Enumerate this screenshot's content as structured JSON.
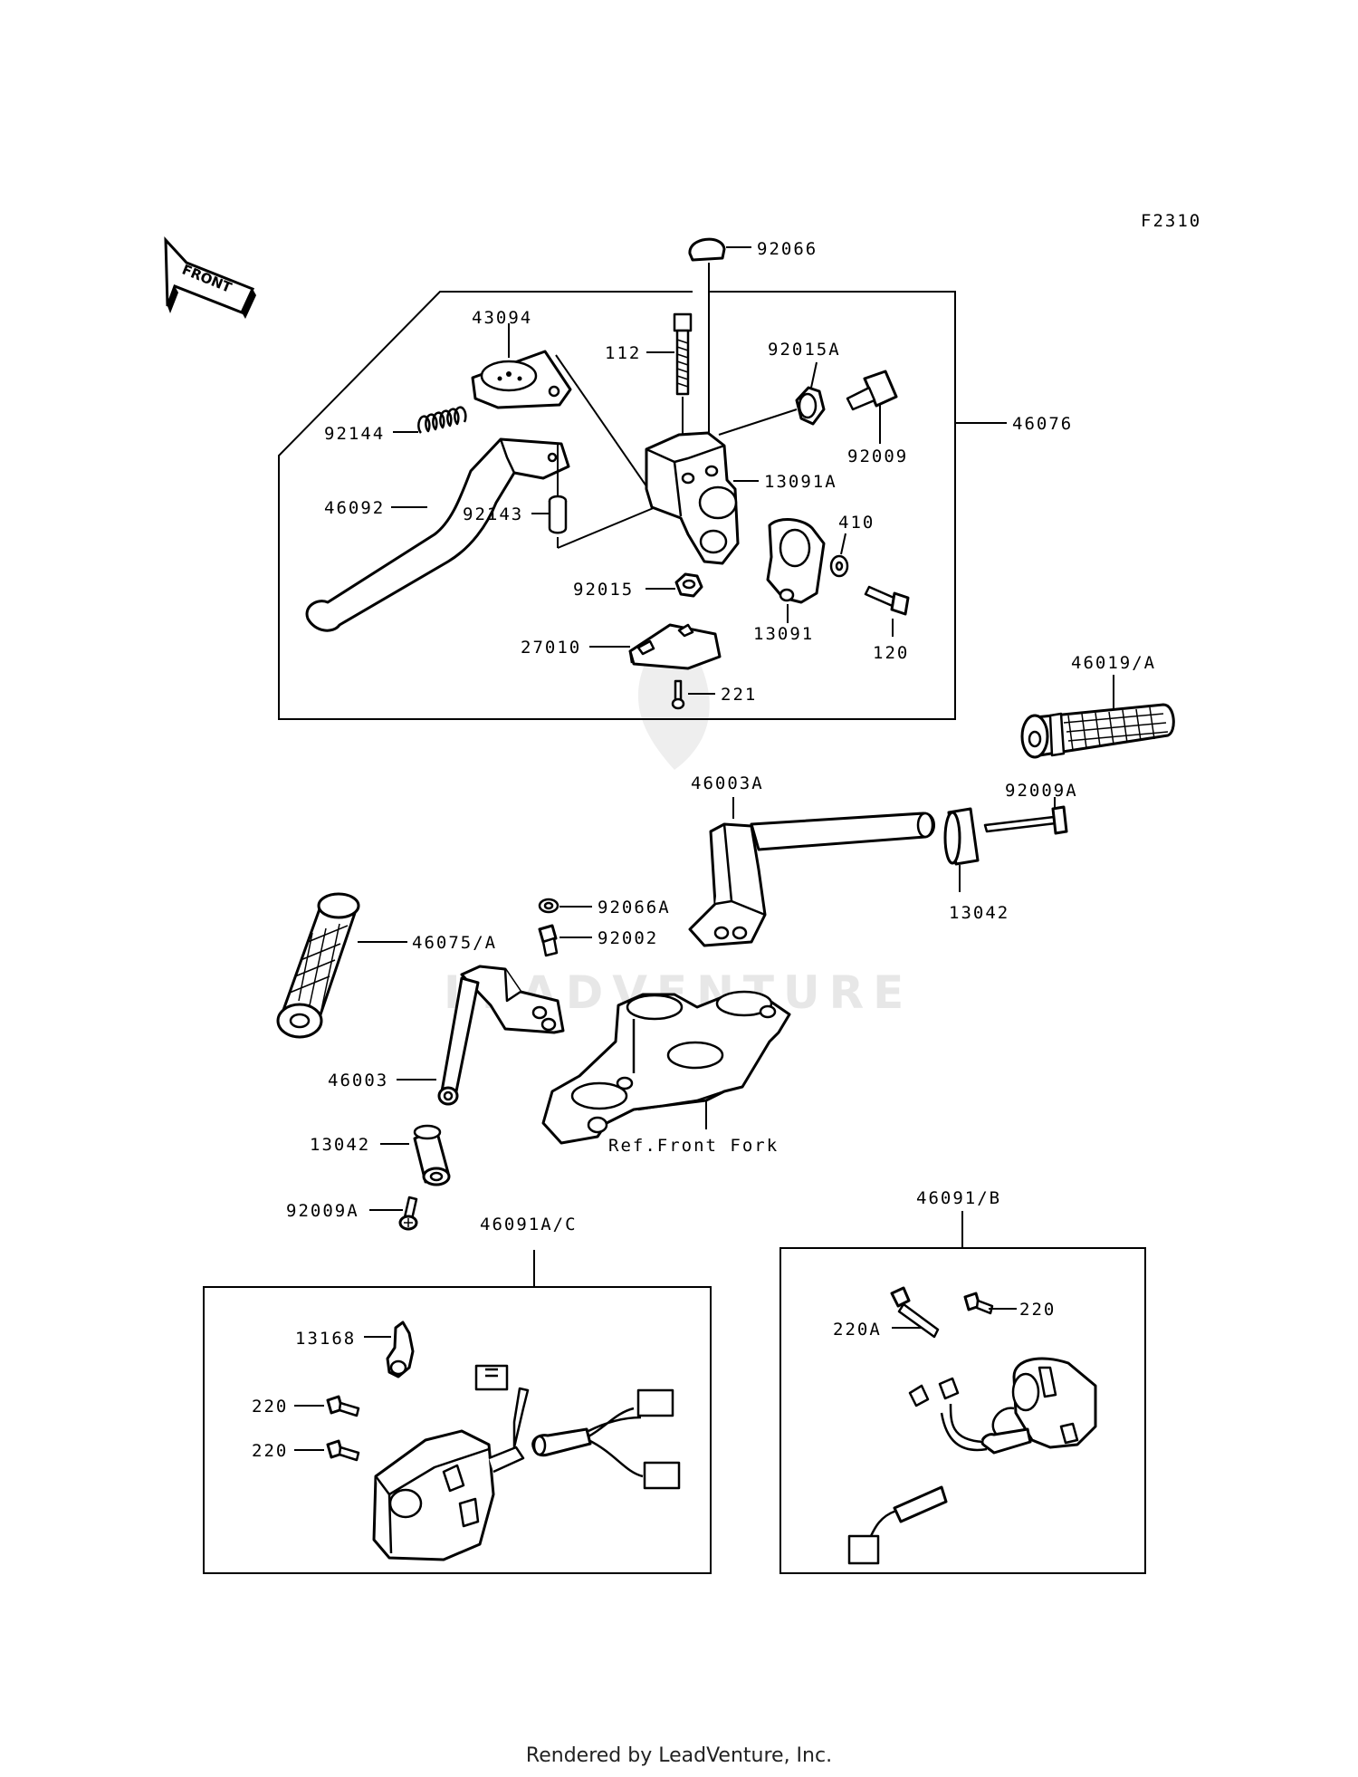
{
  "figure_code": "F2310",
  "front_marker": "FRONT",
  "watermark": "LEADVENTURE",
  "footer": "Rendered by LeadVenture, Inc.",
  "labels": {
    "p92066": "92066",
    "p43094": "43094",
    "p112": "112",
    "p92015A": "92015A",
    "p46076": "46076",
    "p92144": "92144",
    "p92009": "92009",
    "p13091A": "13091A",
    "p46092": "46092",
    "p92143": "92143",
    "p410": "410",
    "p92015": "92015",
    "p13091": "13091",
    "p27010": "27010",
    "p120": "120",
    "p221": "221",
    "p46019A": "46019/A",
    "p92009A_r": "92009A",
    "p46003A": "46003A",
    "p13042_r": "13042",
    "p46075A": "46075/A",
    "p92066A": "92066A",
    "p92002": "92002",
    "p46003": "46003",
    "p13042_l": "13042",
    "ref_front_fork": "Ref.Front Fork",
    "p92009A_l": "92009A",
    "p46091AC": "46091A/C",
    "p46091B": "46091/B",
    "p13168": "13168",
    "p220_a": "220",
    "p220_b": "220",
    "p220A": "220A",
    "p220_c": "220"
  }
}
